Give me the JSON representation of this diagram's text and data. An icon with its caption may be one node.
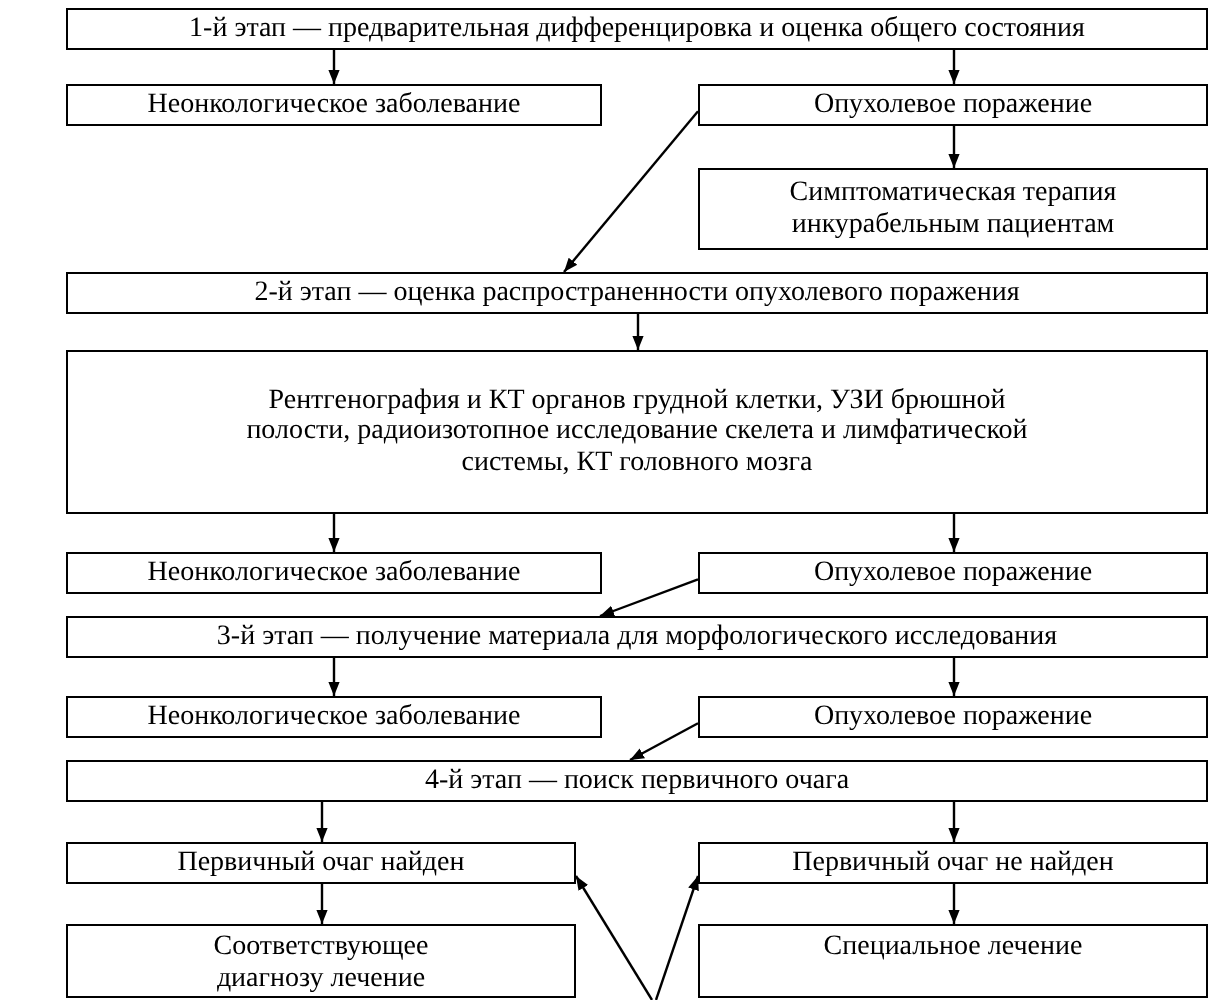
{
  "diagram": {
    "nodes": [
      {
        "text": [
          "1-й этап — предварительная дифференцировка и оценка общего состояния"
        ]
      },
      {
        "text": [
          "Неонкологическое заболевание"
        ]
      },
      {
        "text": [
          "Опухолевое поражение"
        ]
      },
      {
        "text": [
          "Симптоматическая терапия инкурабельным пациентам"
        ]
      },
      {
        "text": [
          "2-й этап — оценка распространенности опухолевого поражения"
        ]
      },
      {
        "text": [
          "Рентгенография и КТ органов грудной клетки, УЗИ брюшной полости, радиоизотопное исследование скелета и лимфатической системы, КТ головного мозга"
        ]
      },
      {
        "text": [
          "Неонкологическое заболевание"
        ]
      },
      {
        "text": [
          "Опухолевое поражение"
        ]
      },
      {
        "text": [
          "3-й этап — получение материала для морфологического исследования"
        ]
      },
      {
        "text": [
          "Неонкологическое заболевание"
        ]
      },
      {
        "text": [
          "Опухолевое поражение"
        ]
      },
      {
        "text": [
          "4-й этап — поиск первичного очага"
        ]
      },
      {
        "text": [
          "Первичный очаг найден"
        ]
      },
      {
        "text": [
          "Первичный очаг не найден"
        ]
      },
      {
        "text": [
          "Соответствующее диагнозу лечение"
        ]
      },
      {
        "text": [
          "Специальное лечение"
        ]
      }
    ],
    "edges": [
      {
        "from": 0,
        "to": 1,
        "arrow": "to"
      },
      {
        "from": 0,
        "to": 2,
        "arrow": "to"
      },
      {
        "from": 2,
        "to": 3,
        "arrow": "to"
      },
      {
        "from": 2,
        "to": 4,
        "arrow": "to"
      },
      {
        "from": 4,
        "to": 5,
        "arrow": "to"
      },
      {
        "from": 5,
        "to": 6,
        "arrow": "to"
      },
      {
        "from": 5,
        "to": 7,
        "arrow": "to"
      },
      {
        "from": 7,
        "to": 8,
        "arrow": "to"
      },
      {
        "from": 8,
        "to": 9,
        "arrow": "to"
      },
      {
        "from": 8,
        "to": 10,
        "arrow": "to"
      },
      {
        "from": 10,
        "to": 11,
        "arrow": "to"
      },
      {
        "from": 11,
        "to": 12,
        "arrow": "to"
      },
      {
        "from": 11,
        "to": 13,
        "arrow": "to"
      },
      {
        "from": 12,
        "to": 14,
        "arrow": "to"
      },
      {
        "from": 13,
        "to": 15,
        "arrow": "to"
      },
      {
        "from": null,
        "to": 12,
        "arrow": "to"
      },
      {
        "from": null,
        "to": 13,
        "arrow": "to"
      }
    ]
  }
}
